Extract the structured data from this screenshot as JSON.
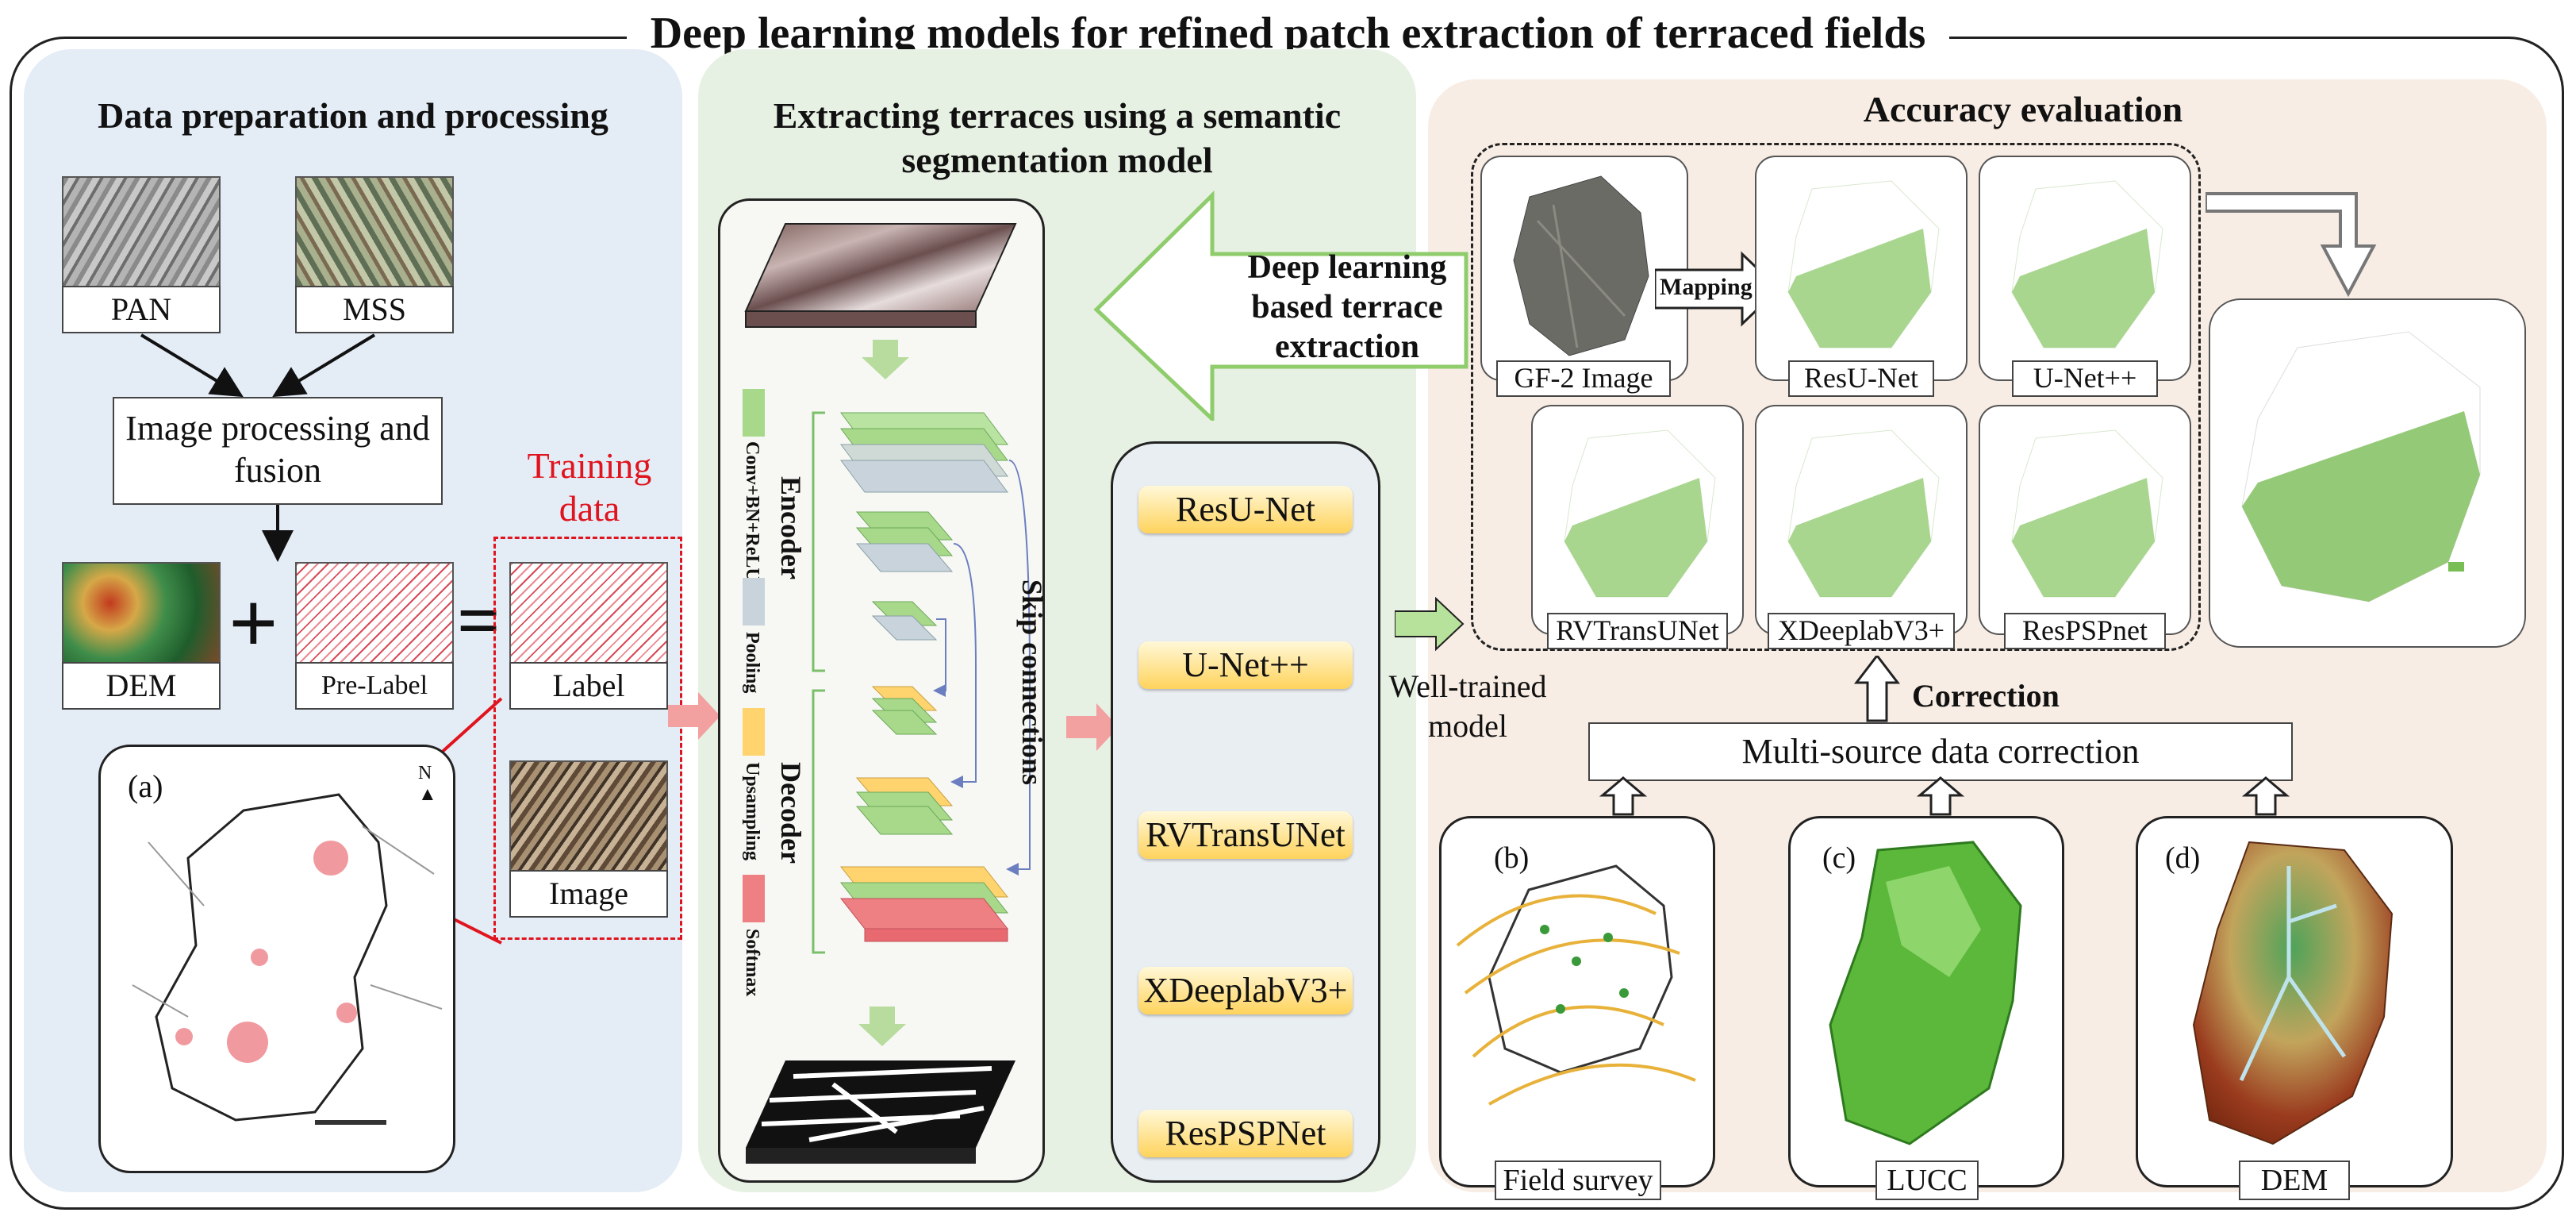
{
  "title": "Deep learning models for refined patch extraction of terraced fields",
  "panel1": {
    "title": "Data preparation and processing",
    "pan": "PAN",
    "mss": "MSS",
    "processing": "Image processing and fusion",
    "dem": "DEM",
    "pre_label": "Pre-Label",
    "training_data": "Training data",
    "label": "Label",
    "image": "Image",
    "map_tag": "(a)",
    "plus": "+",
    "equals": "="
  },
  "panel2": {
    "title": "Extracting terraces using a semantic segmentation model",
    "encoder": "Encoder",
    "decoder": "Decoder",
    "skip": "Skip connections",
    "legend": [
      "Conv+BN+ReLU",
      "Pooling",
      "Upsampling",
      "Softmax"
    ],
    "arrow_text": "Deep learning based terrace extraction",
    "models": [
      "ResU-Net",
      "U-Net++",
      "RVTransUNet",
      "XDeeplabV3+",
      "ResPSPNet"
    ]
  },
  "panel3": {
    "title": "Accuracy evaluation",
    "mapping": "Mapping",
    "maps": [
      "GF-2 Image",
      "ResU-Net",
      "U-Net++",
      "RVTransUNet",
      "XDeeplabV3+",
      "ResPSPnet"
    ],
    "well_trained": "Well-trained model",
    "correction": "Correction",
    "multi_source": "Multi-source data correction",
    "bottom": [
      {
        "tag": "(b)",
        "caption": "Field survey"
      },
      {
        "tag": "(c)",
        "caption": "LUCC"
      },
      {
        "tag": "(d)",
        "caption": "DEM"
      }
    ]
  },
  "colors": {
    "panel1_bg": "#e4ecf6",
    "panel2_bg": "#e7f1e3",
    "panel3_bg": "#f8ede4",
    "terrace_green": "#6fb84a",
    "training_red": "#e0141e",
    "model_yellow": "#ffd35c",
    "arrow_pink": "#f2a0a0",
    "arrow_green": "#9cd47c"
  }
}
